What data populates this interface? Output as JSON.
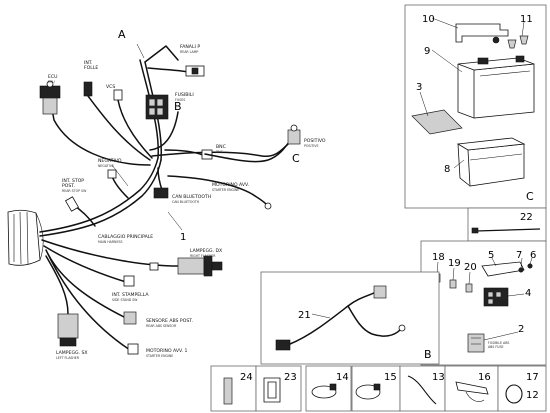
{
  "callouts": {
    "harness": "1",
    "fuse_holder": "2",
    "insulation_pad": "3",
    "battery_clamp": "4",
    "relay_bracket": "5",
    "screw_6": "6",
    "screw_7": "7",
    "battery_box": "8",
    "battery": "9",
    "battery_strap": "10",
    "terminal_caps": "11",
    "cable_tie_long": "22",
    "main_relay": "21",
    "cable_clip_19": "19",
    "cable_clip_18": "18",
    "cable_clip_20": "20",
    "fuse_24": "24",
    "clip_23": "23",
    "clamp_14": "14",
    "clamp_15": "15",
    "clamp_13": "13",
    "clip_16": "16",
    "ring_17": "17",
    "ring_12": "12"
  },
  "letters": {
    "a": "A",
    "b1": "B",
    "c1": "C",
    "c2": "C",
    "b2": "B"
  },
  "labels": {
    "fanali_p": "FANALI P",
    "fanali_p_sub": "REAR LAMP",
    "fusibili": "FUSIBILI",
    "fusibili_sub": "FUSES",
    "eco": "ECU",
    "eco_sub": "ECU",
    "int_folle": "INT.",
    "int_folle_2": "FOLLE",
    "vcs": "VCS",
    "negativo": "NEGATIVO",
    "negativo_sub": "NEGATIVE",
    "bnc": "BNC",
    "bnc_sub": "BNC",
    "positivo": "POSITIVO",
    "positivo_sub": "POSITIVE",
    "int_stop": "INT. STOP",
    "int_stop_2": "POST.",
    "int_stop_sub": "REAR STOP SW",
    "can_bluetooth": "CAN BLUETOOTH",
    "can_bluetooth_sub": "CAN BLUETOOTH",
    "motorino": "MOTORINO AVV.",
    "motorino_sub": "STARTER ENGINE",
    "cablaggio": "CABLAGGIO PRINCIPALE",
    "cablaggio_sub": "MAIN HARNESS",
    "lampeggiatore_dx": "LAMPEGG. DX",
    "lampeggiatore_dx_sub": "RIGHT FLASHER",
    "int_stampella": "INT. STAMPELLA",
    "int_stampella_sub": "SIDE STAND SW",
    "sensore_abs": "SENSORE ABS POST.",
    "sensore_abs_sub": "REAR ABS SENSOR",
    "lampeggiatore_sx": "LAMPEGG. SX",
    "lampeggiatore_sx_sub": "LEFT FLASHER",
    "motorino_2": "MOTORINO AVV. 1",
    "motorino_2_sub": "STARTER ENGINE",
    "fuse_note": "FUSIBILE ABS",
    "fuse_note_2": "ABS FUSE"
  }
}
